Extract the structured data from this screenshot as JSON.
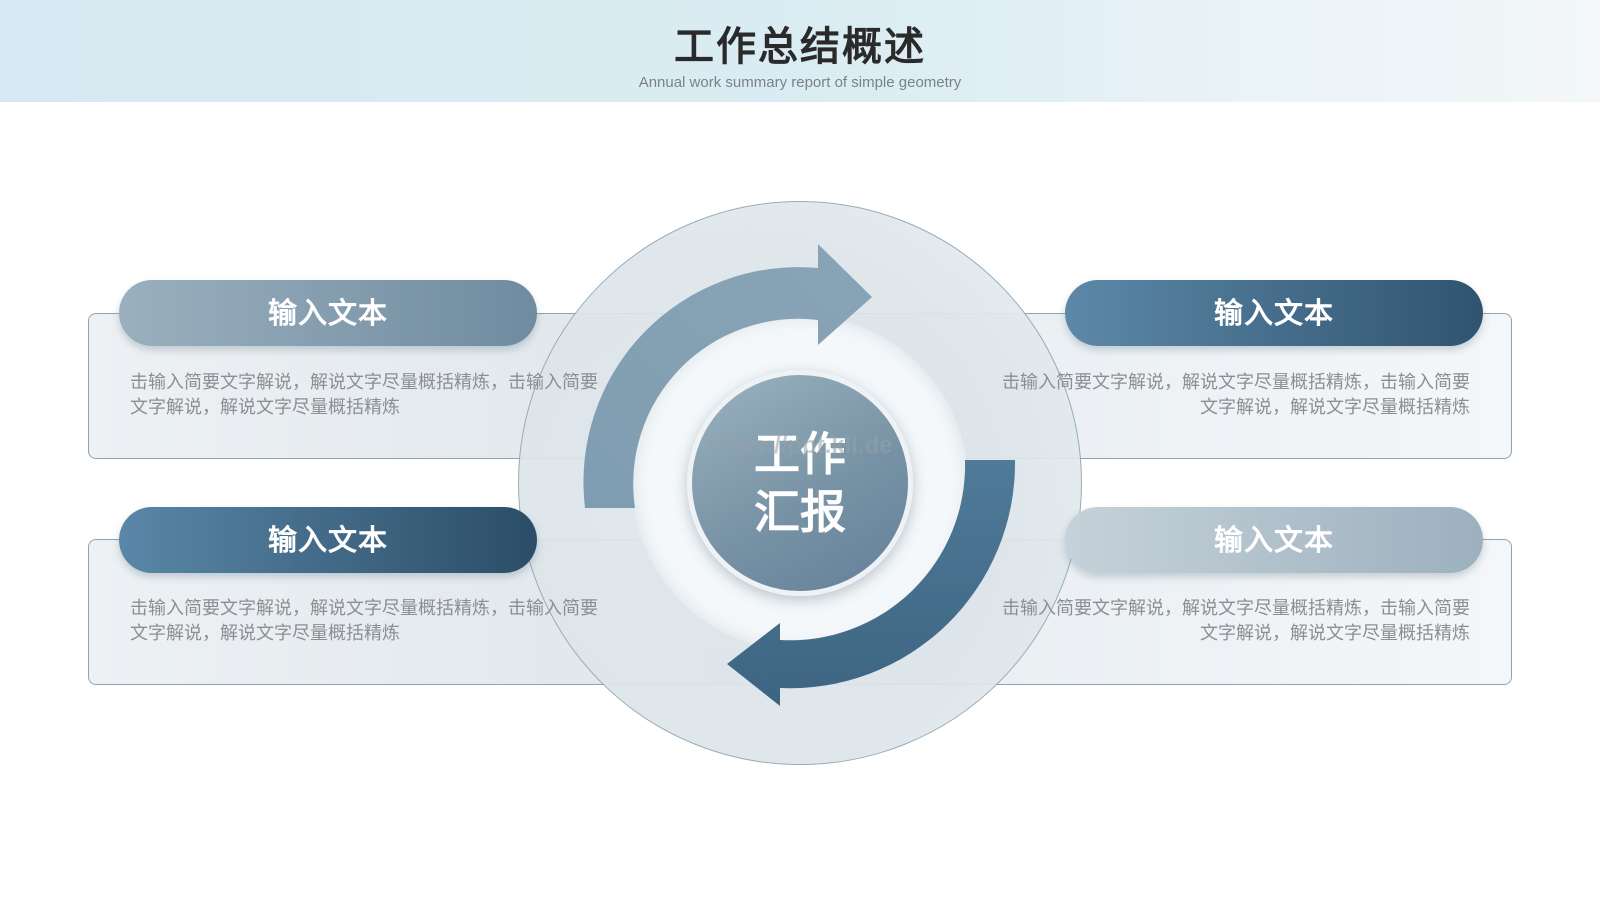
{
  "header": {
    "title": "工作总结概述",
    "subtitle": "Annual work summary report of simple geometry"
  },
  "center": {
    "line1": "工作",
    "line2": "汇报"
  },
  "watermark": "https://ppt.kll.de",
  "cards": {
    "top_left": {
      "label": "输入文本",
      "text": "击输入简要文字解说，解说文字尽量概括精炼，击输入简要文字解说，解说文字尽量概括精炼"
    },
    "top_right": {
      "label": "输入文本",
      "text": "击输入简要文字解说，解说文字尽量概括精炼，击输入简要文字解说，解说文字尽量概括精炼"
    },
    "bottom_left": {
      "label": "输入文本",
      "text": "击输入简要文字解说，解说文字尽量概括精炼，击输入简要文字解说，解说文字尽量概括精炼"
    },
    "bottom_right": {
      "label": "输入文本",
      "text": "击输入简要文字解说，解说文字尽量概括精炼，击输入简要文字解说，解说文字尽量概括精炼"
    }
  },
  "colors": {
    "accent_dark": "#2f5470",
    "accent_mid": "#5d88a8",
    "accent_light": "#9bb0be",
    "header_bg": "#d4e9f1",
    "text_gray": "#8b8f93"
  },
  "icons": [
    "circular-arrow-top-icon",
    "circular-arrow-bottom-icon"
  ]
}
